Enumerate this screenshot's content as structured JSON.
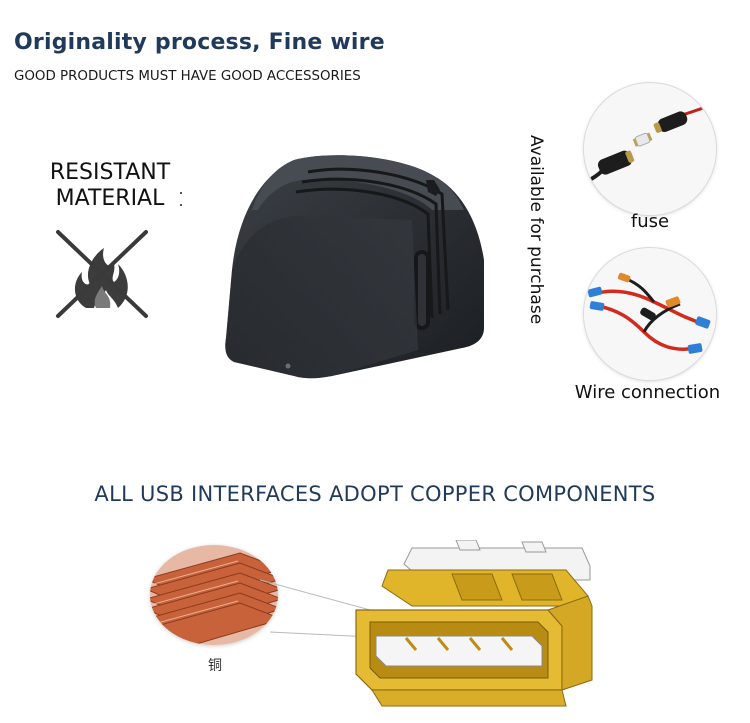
{
  "header": {
    "title": "Originality process, Fine wire",
    "subtitle": "GOOD PRODUCTS MUST HAVE GOOD ACCESSORIES"
  },
  "left_panel": {
    "line1": "RESISTANT",
    "line2": "MATERIAL",
    "icon": "no-fire-icon"
  },
  "side_text": "Available for purchase",
  "accessories": {
    "fuse_label": "fuse",
    "wire_label": "Wire connection"
  },
  "section2": {
    "heading": "ALL USB INTERFACES ADOPT COPPER COMPONENTS",
    "copper_label": "铜"
  },
  "colors": {
    "heading": "#1f3a5a",
    "copper": "#c8623a",
    "usb_gold": "#e0b52a"
  }
}
